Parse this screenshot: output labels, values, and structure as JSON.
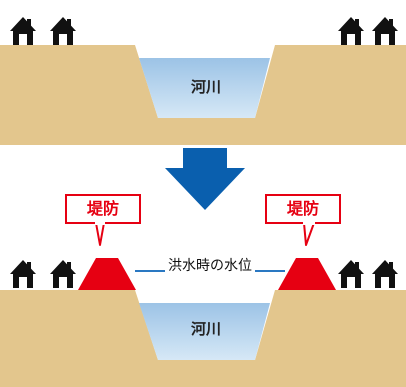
{
  "top": {
    "river_label": "河川"
  },
  "bottom": {
    "river_label": "河川",
    "levee_left_label": "堤防",
    "levee_right_label": "堤防",
    "flood_level_label": "洪水時の水位"
  },
  "colors": {
    "ground": "#e3c68d",
    "water": "#b4d3ec",
    "levee": "#e60012",
    "arrow": "#0a5fae",
    "house": "#111111",
    "line": "#2a78c2"
  },
  "icons": [
    "house-icon",
    "down-arrow-icon"
  ]
}
